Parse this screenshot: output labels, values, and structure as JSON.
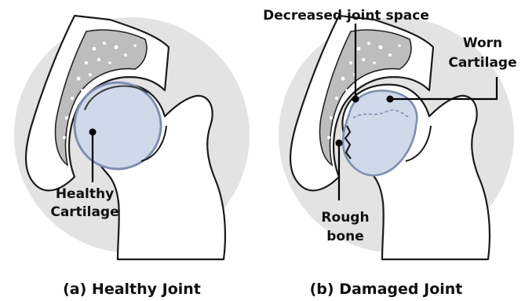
{
  "colors": {
    "background_disc": "#e3e3e3",
    "cartilage": "#cfd9ea",
    "cartilage_outline": "#7f8fb0",
    "pelvis": "#bdbdbd",
    "line": "#111111"
  },
  "panels": [
    {
      "caption": "(a) Healthy Joint",
      "labels": [
        "Healthy",
        "Cartilage"
      ]
    },
    {
      "caption": "(b) Damaged Joint",
      "labels": {
        "joint_space": "Decreased joint space",
        "worn_cartilage": [
          "Worn",
          "Cartilage"
        ],
        "rough_bone": [
          "Rough",
          "bone"
        ]
      }
    }
  ]
}
